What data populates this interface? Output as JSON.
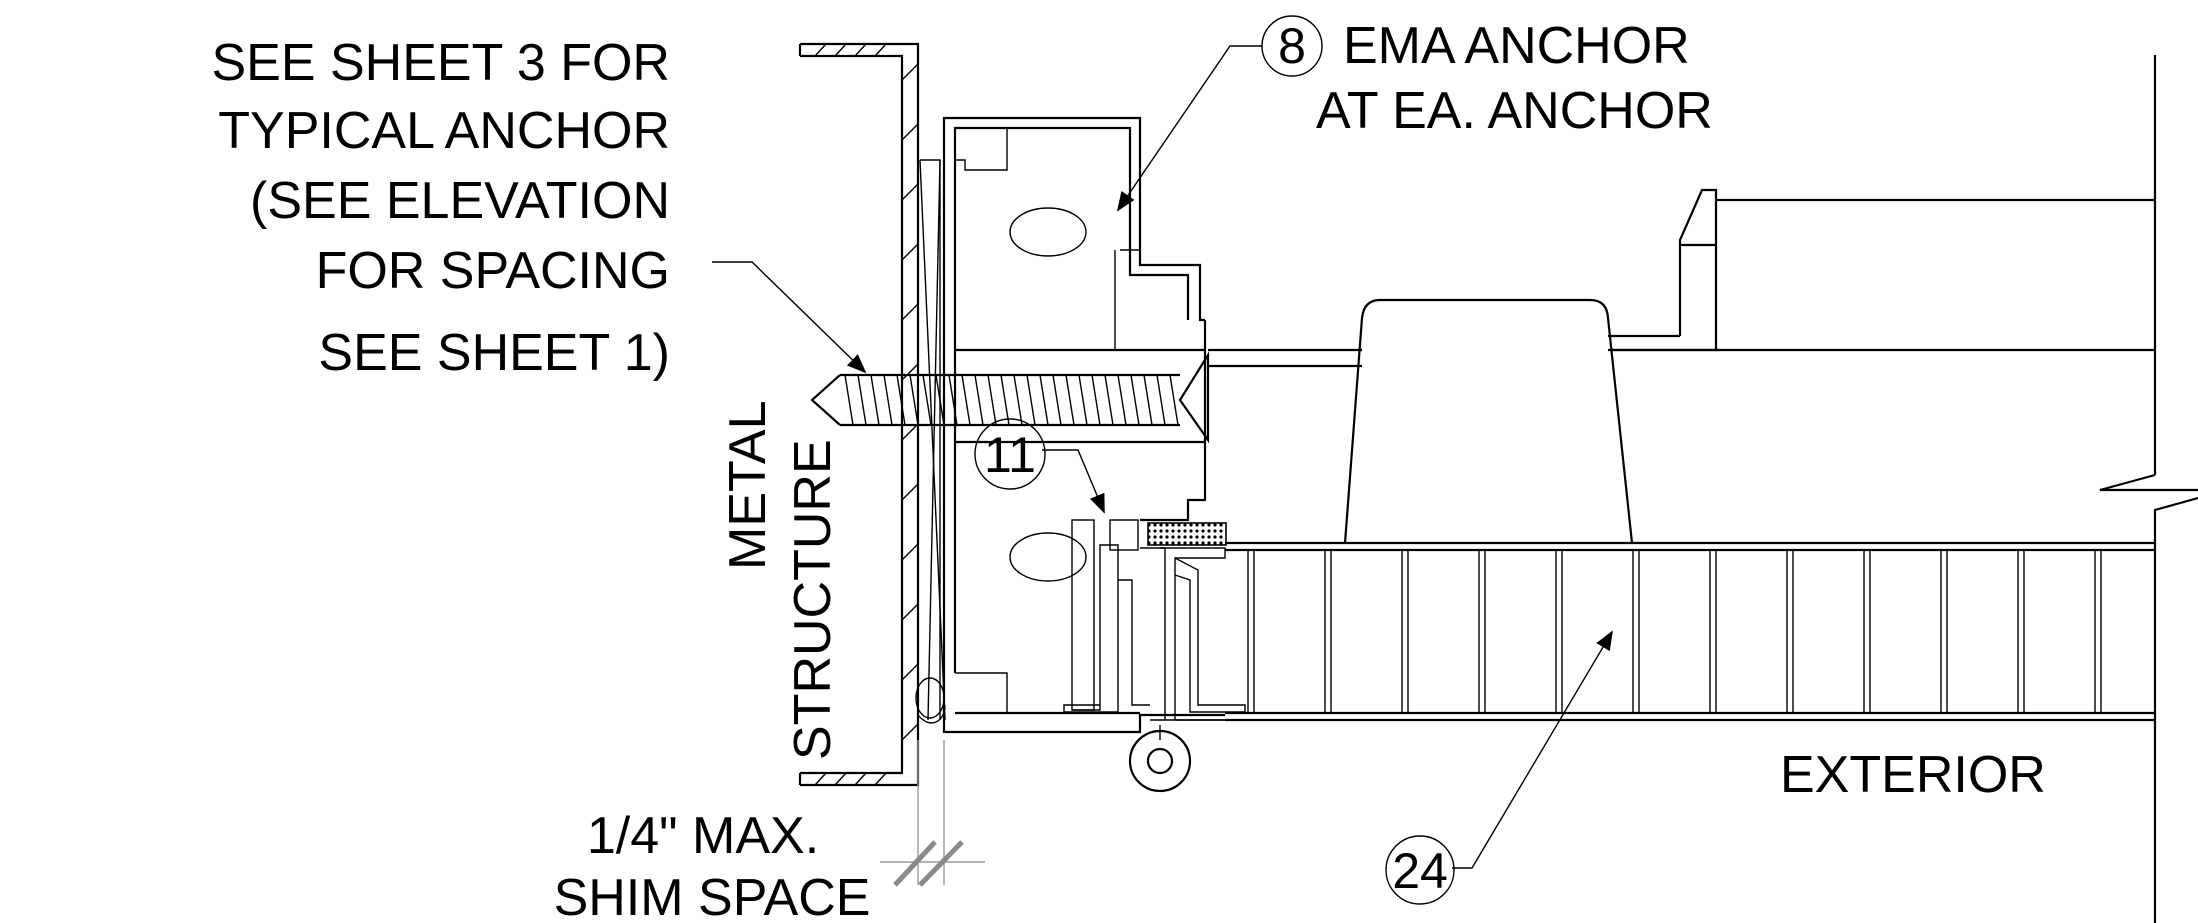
{
  "notes": {
    "anchor_note": [
      "SEE SHEET 3 FOR",
      "TYPICAL  ANCHOR",
      "(SEE ELEVATION",
      "FOR SPACING",
      "SEE SHEET 1)"
    ],
    "ema_anchor": [
      "EMA ANCHOR",
      "AT EA. ANCHOR"
    ],
    "metal_structure": [
      "METAL",
      "STRUCTURE"
    ],
    "shim": [
      "1/4\" MAX.",
      "SHIM SPACE"
    ],
    "exterior": "EXTERIOR"
  },
  "callouts": {
    "ema": "8",
    "seal": "11",
    "glazing": "24"
  },
  "colors": {
    "line": "#000000",
    "background": "#ffffff",
    "dim_gray": "#8a8a8a"
  }
}
